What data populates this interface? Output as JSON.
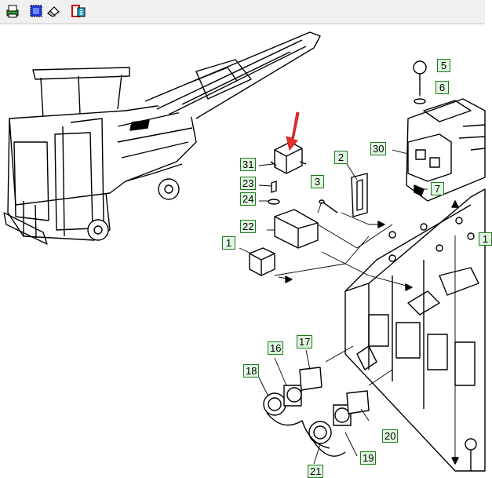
{
  "toolbar": {
    "items": [
      {
        "icon": "print-icon"
      },
      {
        "icon": "select-area-icon"
      },
      {
        "icon": "eraser-icon"
      },
      {
        "icon": "parts-list-icon"
      }
    ]
  },
  "callouts": {
    "c5": "5",
    "c6": "6",
    "c30": "30",
    "c7": "7",
    "c2": "2",
    "c31": "31",
    "c3": "3",
    "c23": "23",
    "c24": "24",
    "c22": "22",
    "c1": "1",
    "c17": "17",
    "c16": "16",
    "c18": "18",
    "c20": "20",
    "c19": "19",
    "c21": "21",
    "c1b": "1"
  },
  "colors": {
    "callout_border": "#1f7a1f",
    "callout_fill": "#dff5df",
    "highlight_arrow": "#e53030",
    "toolbar_bg": "#f0f0f0"
  }
}
